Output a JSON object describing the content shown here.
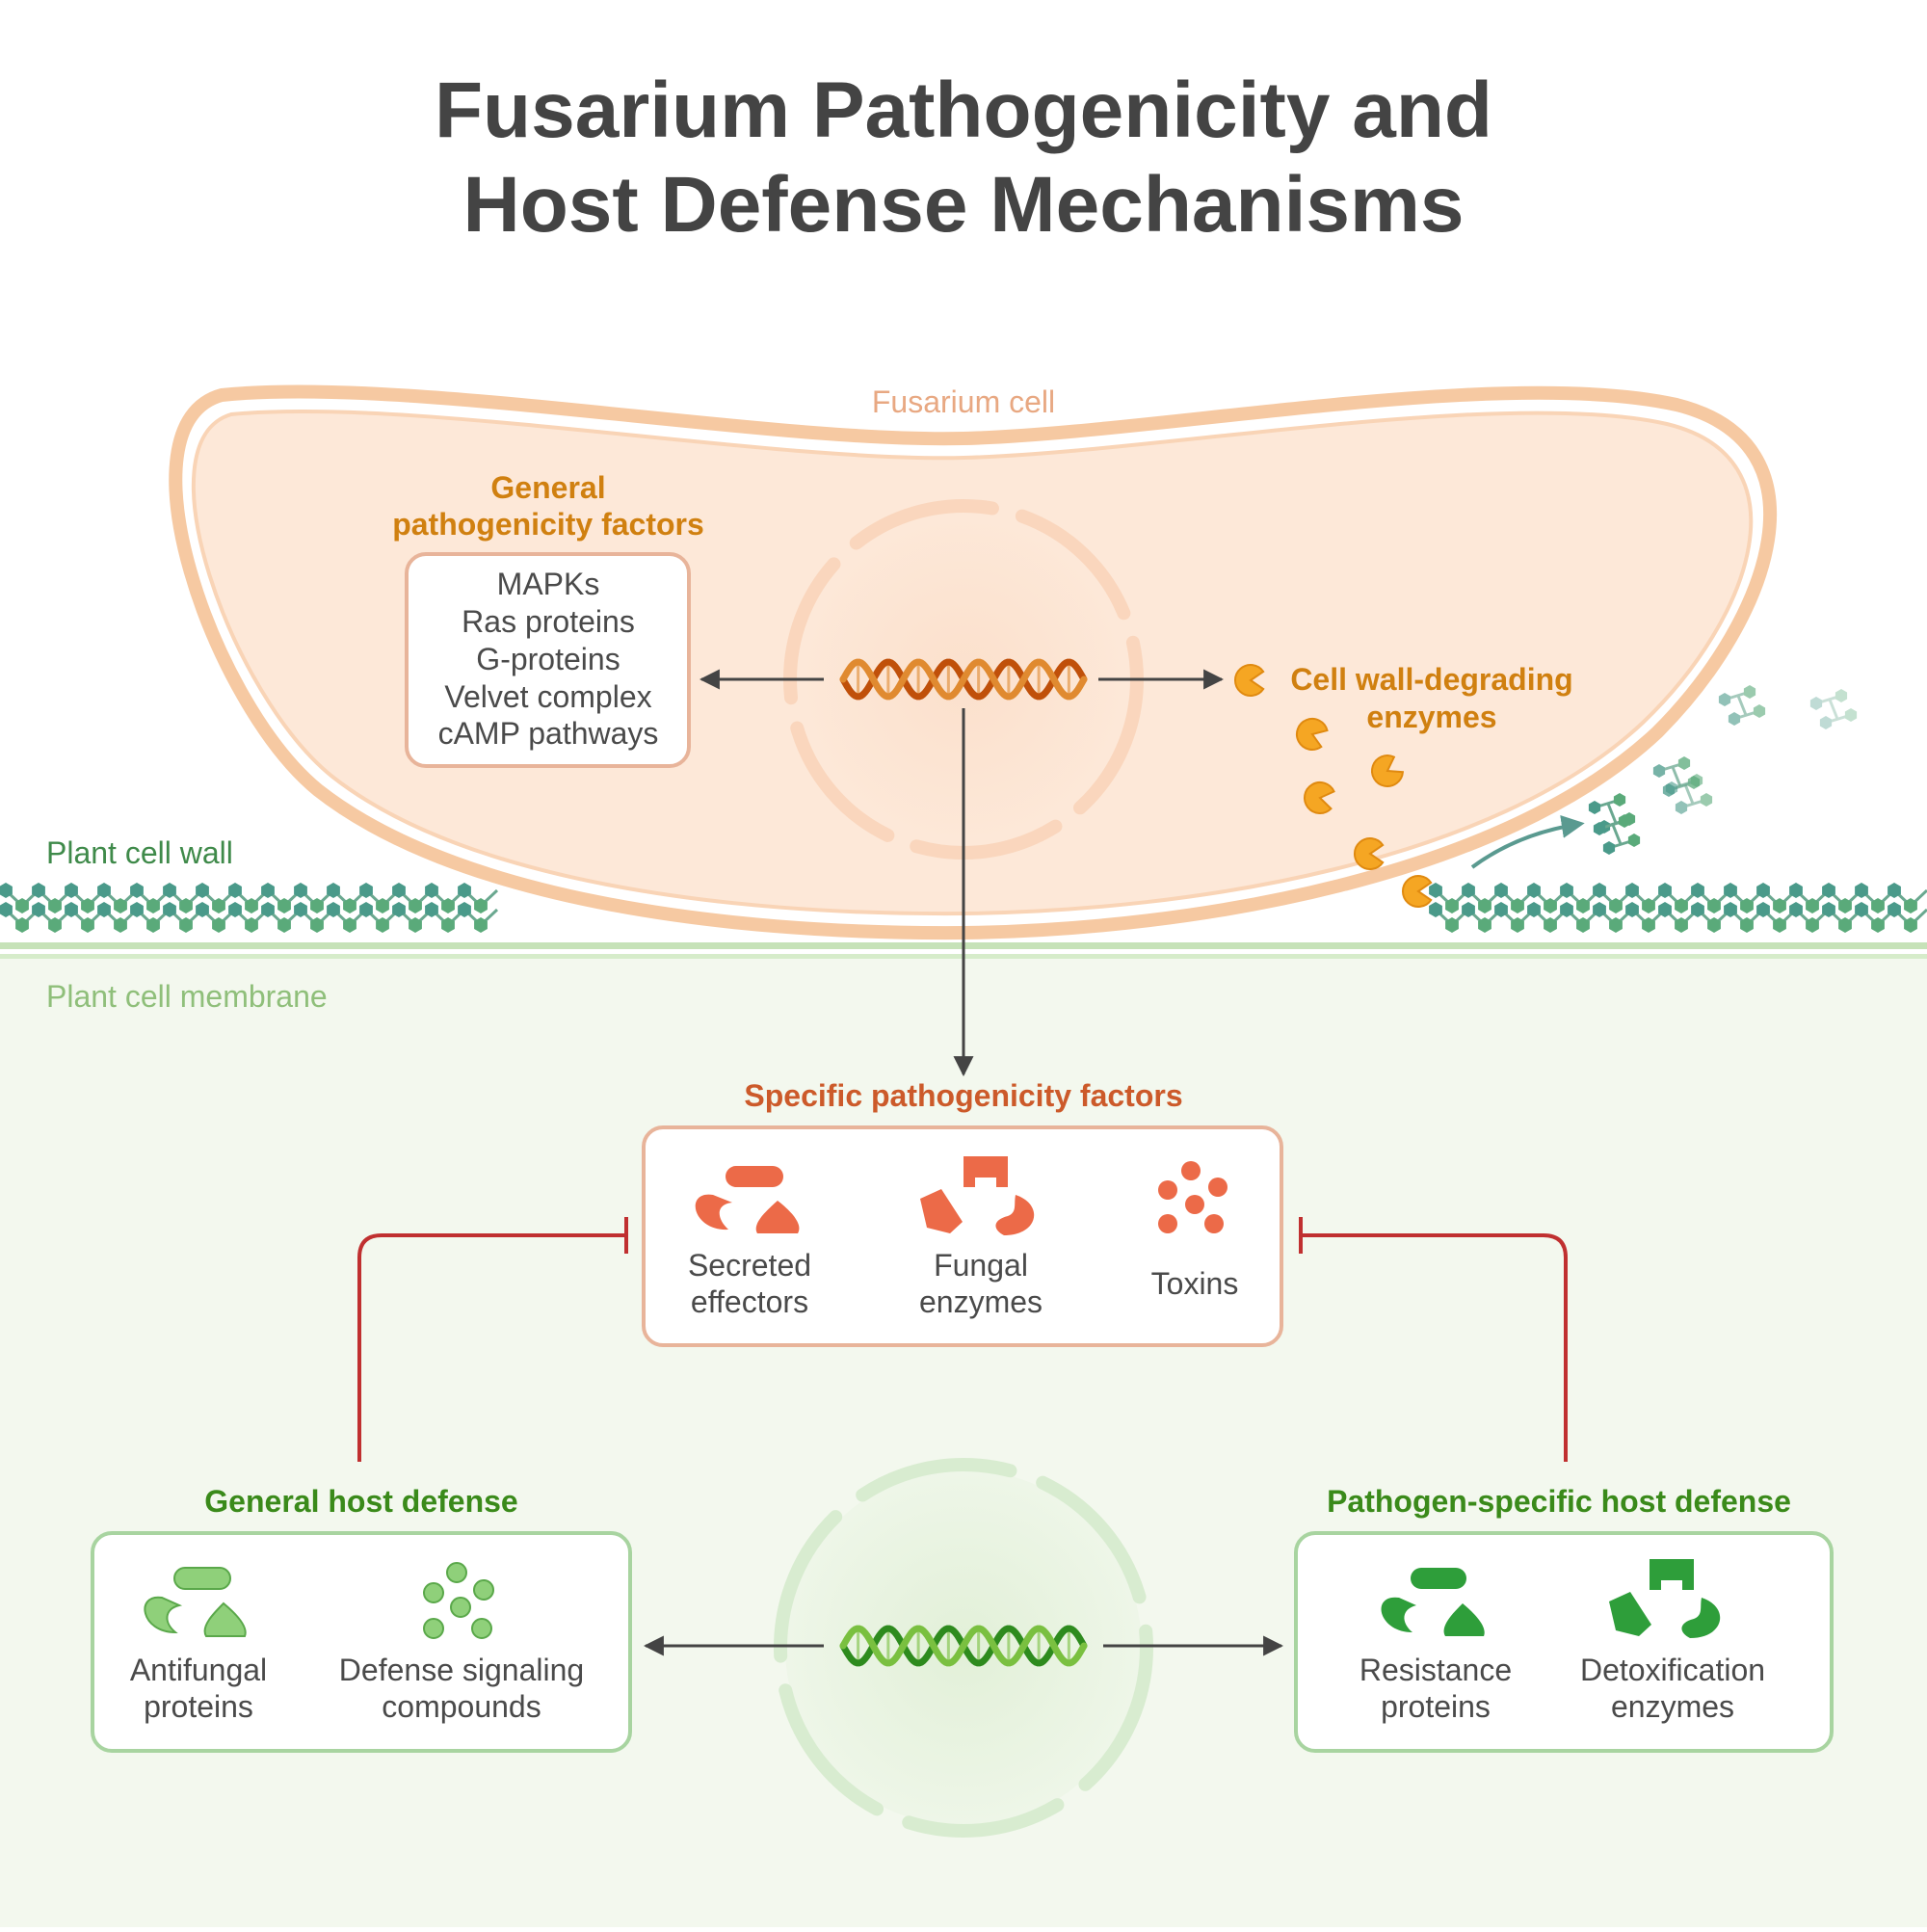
{
  "title": {
    "line1": "Fusarium Pathogenicity and",
    "line2": "Host Defense Mechanisms"
  },
  "labels": {
    "fusarium_cell": "Fusarium cell",
    "plant_cell_wall": "Plant cell wall",
    "plant_cell_membrane": "Plant cell membrane"
  },
  "general_pathogenicity": {
    "heading_line1": "General",
    "heading_line2": "pathogenicity factors",
    "items": [
      "MAPKs",
      "Ras proteins",
      "G-proteins",
      "Velvet complex",
      "cAMP pathways"
    ]
  },
  "cwde": {
    "heading_line1": "Cell wall-degrading",
    "heading_line2": "enzymes"
  },
  "specific_pathogenicity": {
    "heading": "Specific pathogenicity factors",
    "secreted_effectors": [
      "Secreted",
      "effectors"
    ],
    "fungal_enzymes": [
      "Fungal",
      "enzymes"
    ],
    "toxins": "Toxins"
  },
  "general_host_defense": {
    "heading": "General host defense",
    "antifungal_proteins": [
      "Antifungal",
      "proteins"
    ],
    "defense_signaling": [
      "Defense signaling",
      "compounds"
    ]
  },
  "pathogen_specific_defense": {
    "heading": "Pathogen-specific host defense",
    "resistance_proteins": [
      "Resistance",
      "proteins"
    ],
    "detoxification_enzymes": [
      "Detoxification",
      "enzymes"
    ]
  },
  "colors": {
    "fungal_fill": "#fde8d8",
    "fungal_outline": "#f8c8a0",
    "fungal_dna": "#c0500a",
    "general_heading": "#d08010",
    "enzyme": "#f5a623",
    "specific_heading": "#cc5a2a",
    "specific_icons": "#ec6a48",
    "plant_bg": "#f3f8ee",
    "plant_dna": "#2e8b1e",
    "defense_heading": "#3a8a1a",
    "light_green_icons": "#8fd07a",
    "dark_green_icons": "#2e9e3a",
    "inhibit_line": "#c03030",
    "wall_hex": "#4a9a8a"
  }
}
